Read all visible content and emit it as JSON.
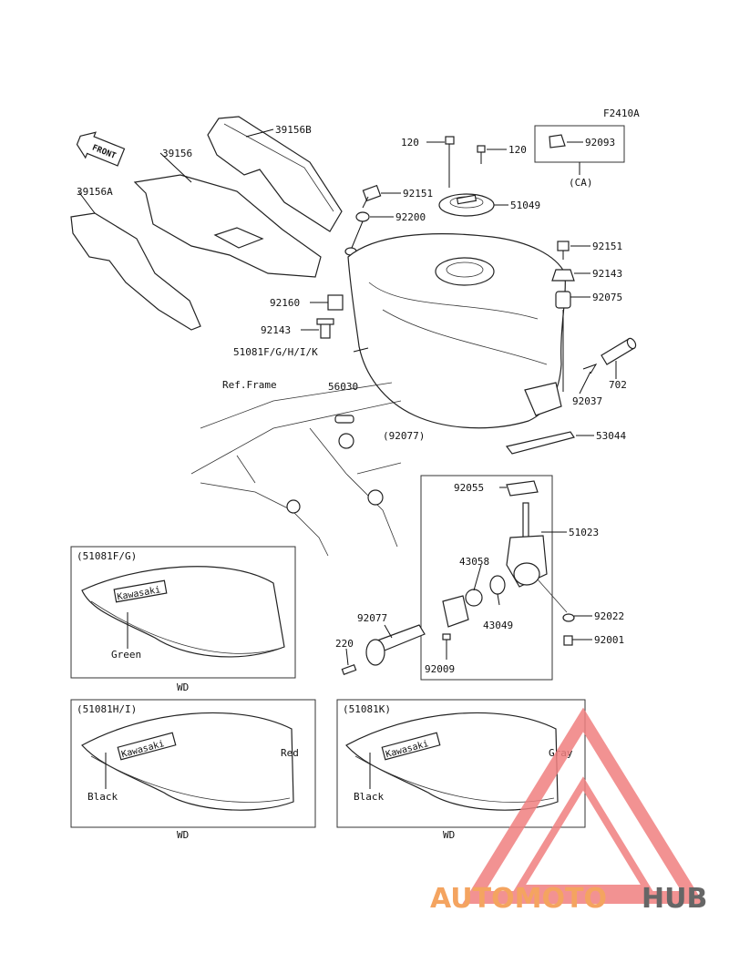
{
  "figure_code": "F2410A",
  "front_label": "FRONT",
  "parts": {
    "p39156B": "39156B",
    "p39156": "39156",
    "p39156A": "39156A",
    "p120a": "120",
    "p120b": "120",
    "p92093": "92093",
    "pCA": "(CA)",
    "p92151a": "92151",
    "p51049": "51049",
    "p92200": "92200",
    "p92151b": "92151",
    "p92143a": "92143",
    "p92160": "92160",
    "p92075": "92075",
    "p92143b": "92143",
    "p51081": "51081F/G/H/I/K",
    "p702": "702",
    "p92037": "92037",
    "pRef": "Ref.Frame",
    "p56030": "56030",
    "p92077a": "(92077)",
    "p53044": "53044",
    "p92055": "92055",
    "p51023": "51023",
    "p43058": "43058",
    "p43049": "43049",
    "p92077b": "92077",
    "p92022": "92022",
    "p220": "220",
    "p92001": "92001",
    "p92009": "92009"
  },
  "variants": {
    "fg": {
      "code": "(51081F/G)",
      "color1": "Green",
      "brand": "Kawasaki",
      "footer": "WD"
    },
    "hi": {
      "code": "(51081H/I)",
      "color1": "Black",
      "color2": "Red",
      "brand": "Kawasaki",
      "footer": "WD"
    },
    "k": {
      "code": "(51081K)",
      "color1": "Black",
      "color2": "Gray",
      "brand": "Kawasaki",
      "footer": "WD"
    }
  },
  "watermark": {
    "part1": "AUTOMOTO",
    "part2": "HUB",
    "color1": "#f4a460",
    "color2": "#666666",
    "triangle_color": "#f08080"
  }
}
